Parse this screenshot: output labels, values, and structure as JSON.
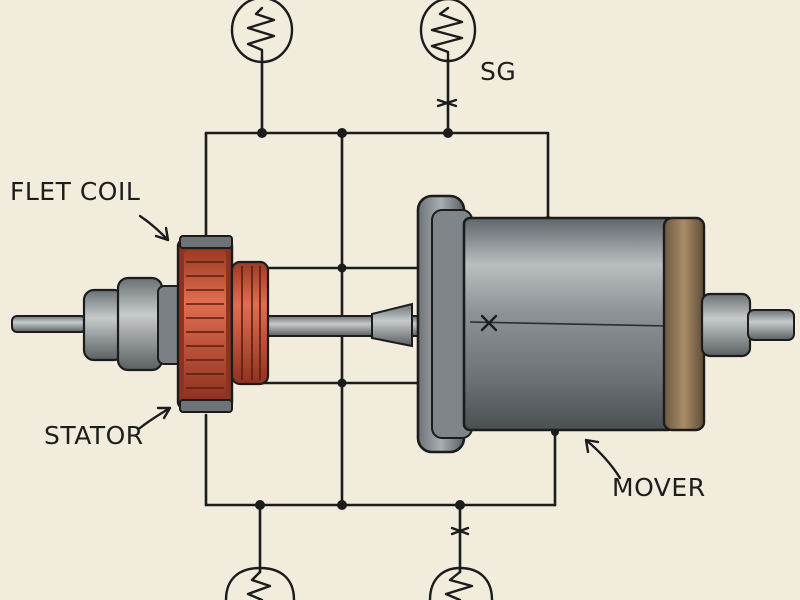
{
  "diagram": {
    "labels": {
      "coil": "FLET COIL",
      "stator": "STATOR",
      "mover": "MOVER",
      "sg": "SG"
    }
  },
  "colors": {
    "background": "#f1ecdc",
    "ink": "#1c1c1c",
    "coil": "#c8543a",
    "metal": "#8a9094",
    "dark_metal": "#4f5559",
    "bronze": "#8b7558"
  }
}
